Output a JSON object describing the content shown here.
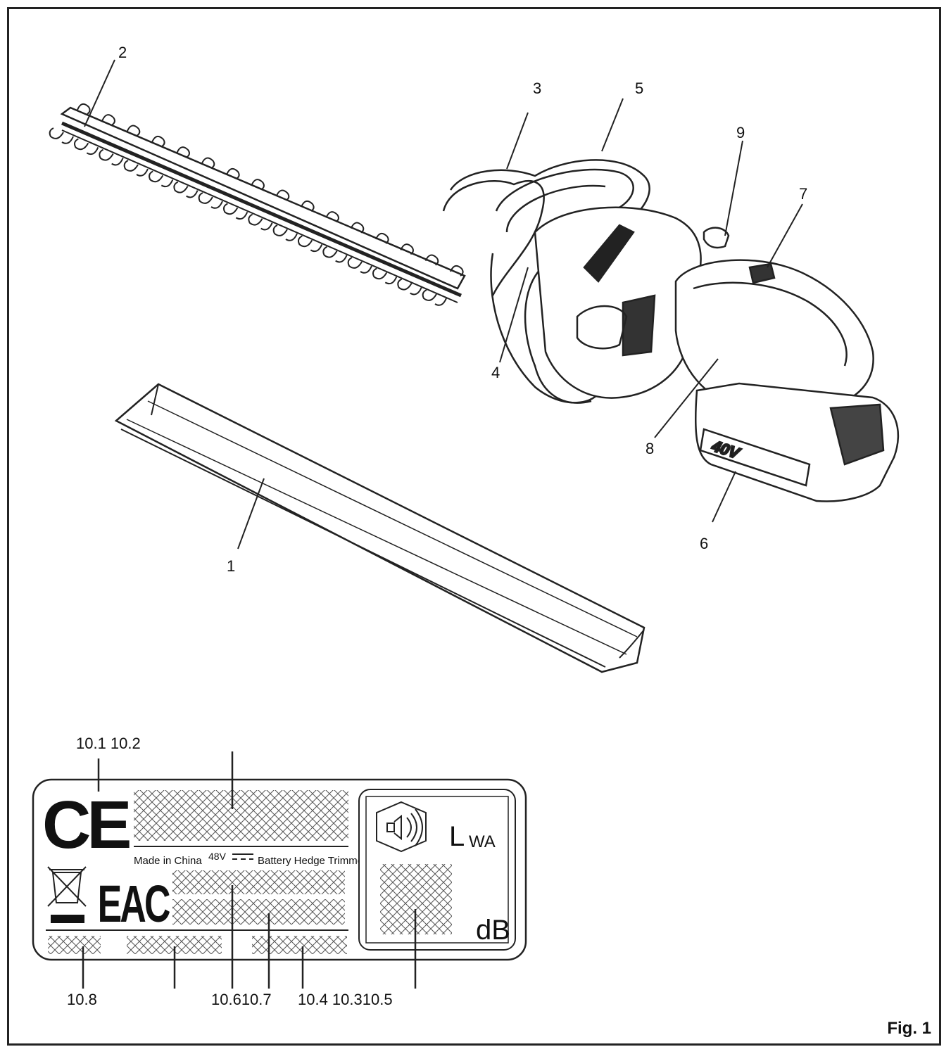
{
  "figure_label": "Fig. 1",
  "callouts": {
    "c1": "1",
    "c2": "2",
    "c3": "3",
    "c4": "4",
    "c5": "5",
    "c6": "6",
    "c7": "7",
    "c8": "8",
    "c9": "9"
  },
  "label_callouts": {
    "top": "10.1 10.2",
    "bottom_left": "10.8",
    "bottom_mid": "10.610.7",
    "bottom_right": "10.4 10.310.5"
  },
  "rating_label": {
    "made_in": "Made in China",
    "voltage": "48V",
    "product": "Battery Hedge Trimmer",
    "sound_symbol_l": "L",
    "sound_symbol_sub": "WA",
    "sound_unit": "dB",
    "ce_mark": "CE",
    "eac_mark": "EAC"
  },
  "battery_marking": "40V"
}
